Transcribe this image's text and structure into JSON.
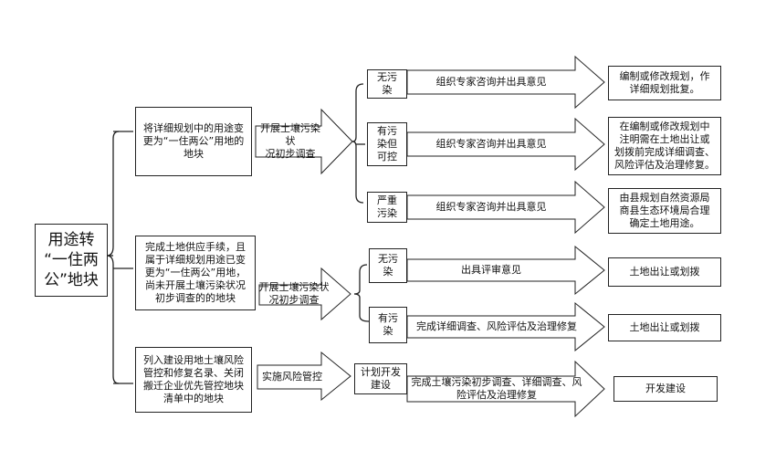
{
  "root": {
    "text": "用途转\n“一住两\n公”地块"
  },
  "branches": [
    {
      "category": "将详细规划中的用途变\n更为“一住两公”用地的\n地块",
      "action": "开展土壤污染状\n况初步调查",
      "outcomes": [
        {
          "status": "无污\n染",
          "step": "组织专家咨询并出具意见",
          "result": "编制或修改规划，作\n详细规划批复。"
        },
        {
          "status": "有污\n染但\n可控",
          "step": "组织专家咨询并出具意见",
          "result": "在编制或修改规划中\n注明需在土地出让或\n划拨前完成详细调查、\n风险评估及治理修复。"
        },
        {
          "status": "严重\n污染",
          "step": "组织专家咨询并出具意见",
          "result": "由县规划自然资源局\n商县生态环境局合理\n确定土地用途。"
        }
      ]
    },
    {
      "category": "完成土地供应手续，且\n属于详细规划用途已变\n更为“一住两公”用地，\n尚未开展土壤污染状况\n初步调查的的地块",
      "action": "开展土壤污染状\n况初步调查",
      "outcomes": [
        {
          "status": "无污\n染",
          "step": "出具评审意见",
          "result": "土地出让或划拨"
        },
        {
          "status": "有污\n染",
          "step": "完成详细调查、风险评估及治理修复",
          "result": "土地出让或划拨"
        }
      ]
    },
    {
      "category": "列入建设用地土壤风险\n管控和修复名录、关闭\n搬迁企业优先管控地块\n清单中的地块",
      "action": "实施风险管控",
      "outcomes": [
        {
          "status": "计划开发\n建设",
          "step": "完成土壤污染初步调查、详细调查、风\n险评估及治理修复",
          "result": "开发建设"
        }
      ]
    }
  ]
}
